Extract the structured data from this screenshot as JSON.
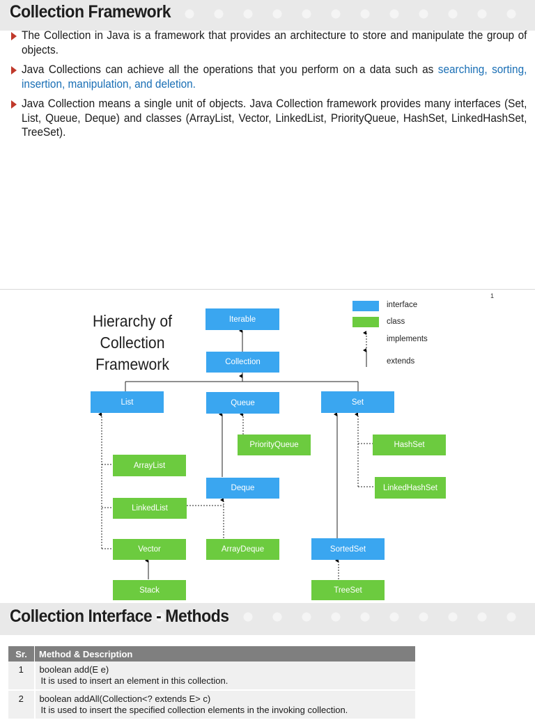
{
  "section1": {
    "title": "Collection Framework",
    "bullets": [
      {
        "text": "The Collection in Java is a framework that provides an architecture to store and manipulate the group of objects."
      },
      {
        "text": "Java Collections can achieve all the operations that you perform on a data such as ",
        "highlight": "searching, sorting, insertion, manipulation, and deletion."
      },
      {
        "text": "Java Collection means a single unit of objects. Java Collection framework provides many interfaces (Set, List, Queue, Deque) and classes (ArrayList, Vector, LinkedList, PriorityQueue, HashSet, LinkedHashSet, TreeSet)."
      }
    ]
  },
  "diagram": {
    "page_number": "1",
    "title_lines": [
      "Hierarchy of",
      "Collection",
      "Framework"
    ],
    "legend": {
      "interface": "interface",
      "class": "class",
      "implements": "implements",
      "extends": "extends",
      "interface_color": "#3aa6f0",
      "class_color": "#6ccb3f"
    },
    "nodes": {
      "iterable": "Iterable",
      "collection": "Collection",
      "list": "List",
      "queue": "Queue",
      "set": "Set",
      "priority_queue": "PriorityQueue",
      "hash_set": "HashSet",
      "array_list": "ArrayList",
      "deque": "Deque",
      "linked_hash_set": "LinkedHashSet",
      "linked_list": "LinkedList",
      "vector": "Vector",
      "array_deque": "ArrayDeque",
      "sorted_set": "SortedSet",
      "stack": "Stack",
      "tree_set": "TreeSet"
    }
  },
  "section2": {
    "title": "Collection Interface - Methods",
    "table": {
      "headers": [
        "Sr.",
        "Method & Description"
      ],
      "rows": [
        {
          "sr": "1",
          "method": "boolean add(E e)",
          "description": "It is used to insert an element in this collection."
        },
        {
          "sr": "2",
          "method": "boolean addAll(Collection<? extends E> c)",
          "description": "It is used to insert the specified collection elements in the invoking collection."
        }
      ]
    }
  }
}
